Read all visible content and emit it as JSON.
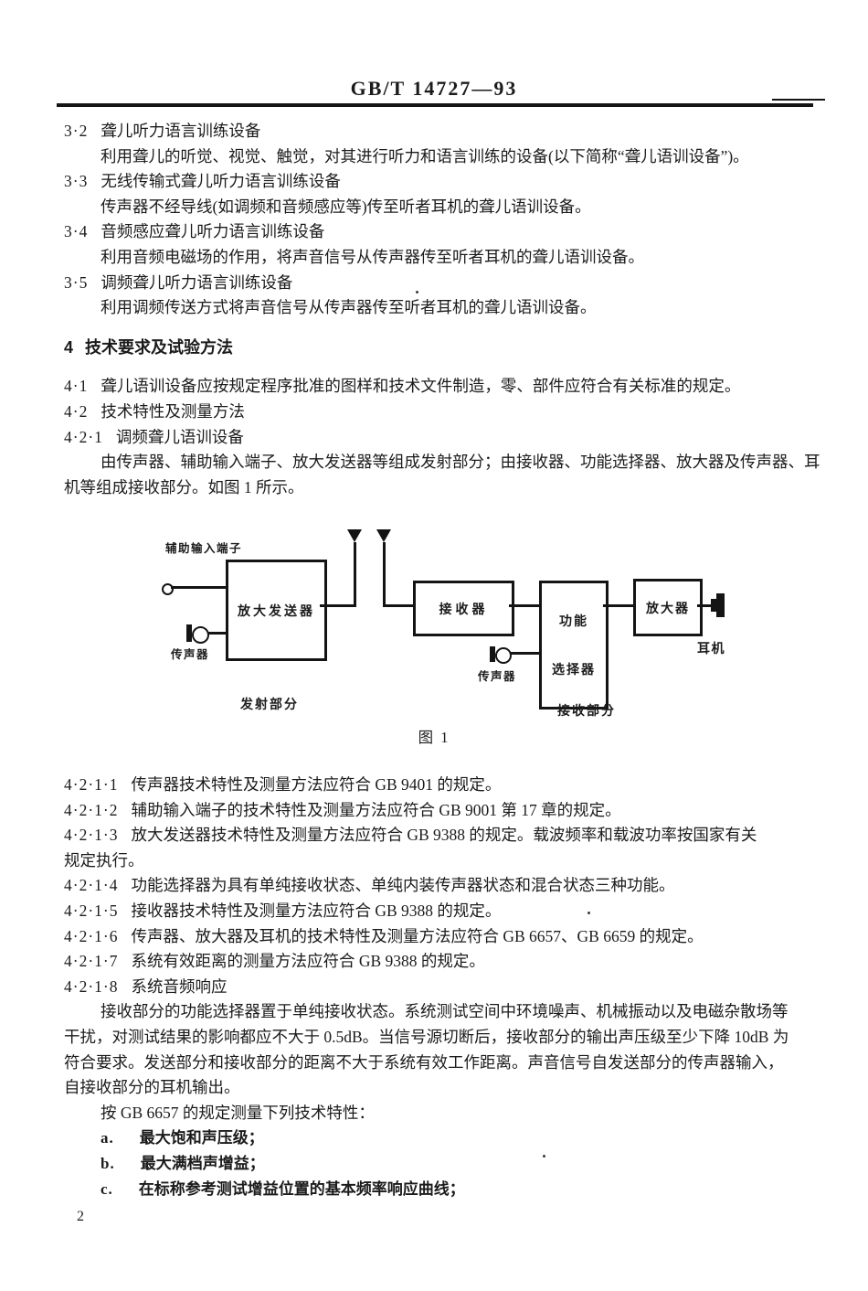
{
  "page": {
    "title": "GB/T 14727—93",
    "number": "2",
    "ink_color": "#141414",
    "paper_color": "#ffffff"
  },
  "lines": [
    {
      "num": "3·2",
      "text": "聋儿听力语言训练设备"
    },
    {
      "text": "利用聋儿的听觉、视觉、触觉，对其进行听力和语言训练的设备(以下简称“聋儿语训设备”)。"
    },
    {
      "num": "3·3",
      "text": "无线传输式聋儿听力语言训练设备"
    },
    {
      "text": "传声器不经导线(如调频和音频感应等)传至听者耳机的聋儿语训设备。"
    },
    {
      "num": "3·4",
      "text": "音频感应聋儿听力语言训练设备"
    },
    {
      "text": "利用音频电磁场的作用，将声音信号从传声器传至听者耳机的聋儿语训设备。"
    },
    {
      "num": "3·5",
      "text": "调频聋儿听力语言训练设备"
    },
    {
      "text": "利用调频传送方式将声音信号从传声器传至听者耳机的聋儿语训设备。"
    },
    {
      "num": "4",
      "text": "技术要求及试验方法"
    },
    {
      "num": "4·1",
      "text": "聋儿语训设备应按规定程序批准的图样和技术文件制造，零、部件应符合有关标准的规定。"
    },
    {
      "num": "4·2",
      "text": "技术特性及测量方法"
    },
    {
      "num": "4·2·1",
      "text": "调频聋儿语训设备"
    },
    {
      "text": "由传声器、辅助输入端子、放大发送器等组成发射部分；由接收器、功能选择器、放大器及传声器、耳"
    },
    {
      "text": "机等组成接收部分。如图 1 所示。"
    },
    {
      "num": "4·2·1·1",
      "text": "传声器技术特性及测量方法应符合 GB 9401 的规定。"
    },
    {
      "num": "4·2·1·2",
      "text": "辅助输入端子的技术特性及测量方法应符合 GB 9001 第 17 章的规定。"
    },
    {
      "num": "4·2·1·3",
      "text": "放大发送器技术特性及测量方法应符合 GB 9388 的规定。载波频率和载波功率按国家有关"
    },
    {
      "text": "规定执行。"
    },
    {
      "num": "4·2·1·4",
      "text": "功能选择器为具有单纯接收状态、单纯内装传声器状态和混合状态三种功能。"
    },
    {
      "num": "4·2·1·5",
      "text": "接收器技术特性及测量方法应符合 GB 9388 的规定。"
    },
    {
      "num": "4·2·1·6",
      "text": "传声器、放大器及耳机的技术特性及测量方法应符合 GB 6657、GB 6659 的规定。"
    },
    {
      "num": "4·2·1·7",
      "text": "系统有效距离的测量方法应符合 GB 9388 的规定。"
    },
    {
      "num": "4·2·1·8",
      "text": "系统音频响应"
    },
    {
      "text": "接收部分的功能选择器置于单纯接收状态。系统测试空间中环境噪声、机械振动以及电磁杂散场等"
    },
    {
      "text": "干扰，对测试结果的影响都应不大于 0.5dB。当信号源切断后，接收部分的输出声压级至少下降 10dB 为"
    },
    {
      "text": "符合要求。发送部分和接收部分的距离不大于系统有效工作距离。声音信号自发送部分的传声器输入，"
    },
    {
      "text": "自接收部分的耳机输出。"
    },
    {
      "text": "按 GB 6657 的规定测量下列技术特性："
    },
    {
      "num": "a.",
      "text": "最大饱和声压级；"
    },
    {
      "num": "b.",
      "text": "最大满档声增益；"
    },
    {
      "num": "c.",
      "text": "在标称参考测试增益位置的基本频率响应曲线；"
    }
  ],
  "figure": {
    "caption": "图 1",
    "aux_input_label": "辅助输入端子",
    "mic_label_tx": "传声器",
    "mic_label_rx": "传声器",
    "box_amp_transmitter": "放大发送器",
    "box_receiver": "接收器",
    "box_func_line1": "功能",
    "box_func_line2": "选择器",
    "box_amplifier": "放大器",
    "earphone_label": "耳机",
    "tx_section_label": "发射部分",
    "rx_section_label": "接收部分"
  }
}
